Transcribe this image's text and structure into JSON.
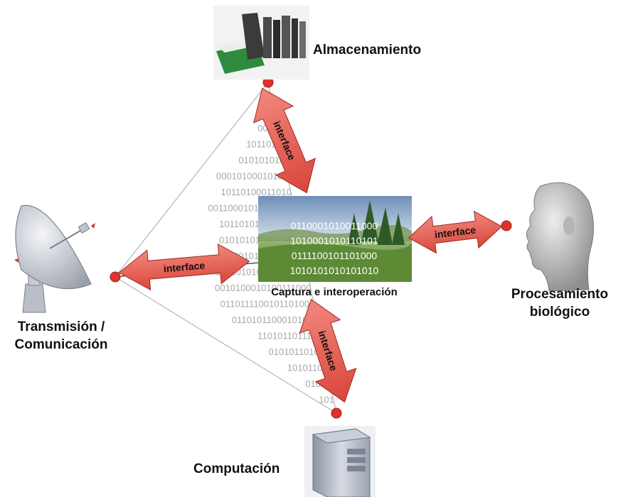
{
  "nodes": {
    "storage": {
      "label": "Almacenamiento",
      "icon": "books-icon"
    },
    "capture": {
      "label": "Captura e interoperación",
      "icon": "landscape-image"
    },
    "biological": {
      "label_line1": "Procesamiento",
      "label_line2": "biológico",
      "icon": "human-head-icon"
    },
    "transmission": {
      "label_line1": "Transmisión /",
      "label_line2": "Comunicación",
      "icon": "satellite-dish-icon"
    },
    "computation": {
      "label": "Computación",
      "icon": "server-tower-icon"
    }
  },
  "arrows": {
    "top": "interface",
    "left": "interface",
    "right": "interface",
    "bottom": "interface"
  },
  "binary_rows": [
    "0",
    "10",
    "0010",
    "1011010",
    "010101010",
    "00010100010101",
    "10110100011010",
    "00110001010001010",
    "1011010110111101",
    "0101010101010101",
    "11100101011010100",
    "100101010101010100",
    "0010100010100111000",
    "0110111100101101000",
    "01101011000101010",
    "1101011011110",
    "01010110101",
    "10101101",
    "01010",
    "101"
  ],
  "capture_binary": [
    "0110001010011000",
    "1010001010110101",
    "0111100101101000",
    "1010101010101010"
  ],
  "colors": {
    "arrow_fill": "#e85a4f",
    "arrow_stroke": "#9b2a22",
    "dot_fill": "#e0312a",
    "line": "#aaaaaa"
  }
}
